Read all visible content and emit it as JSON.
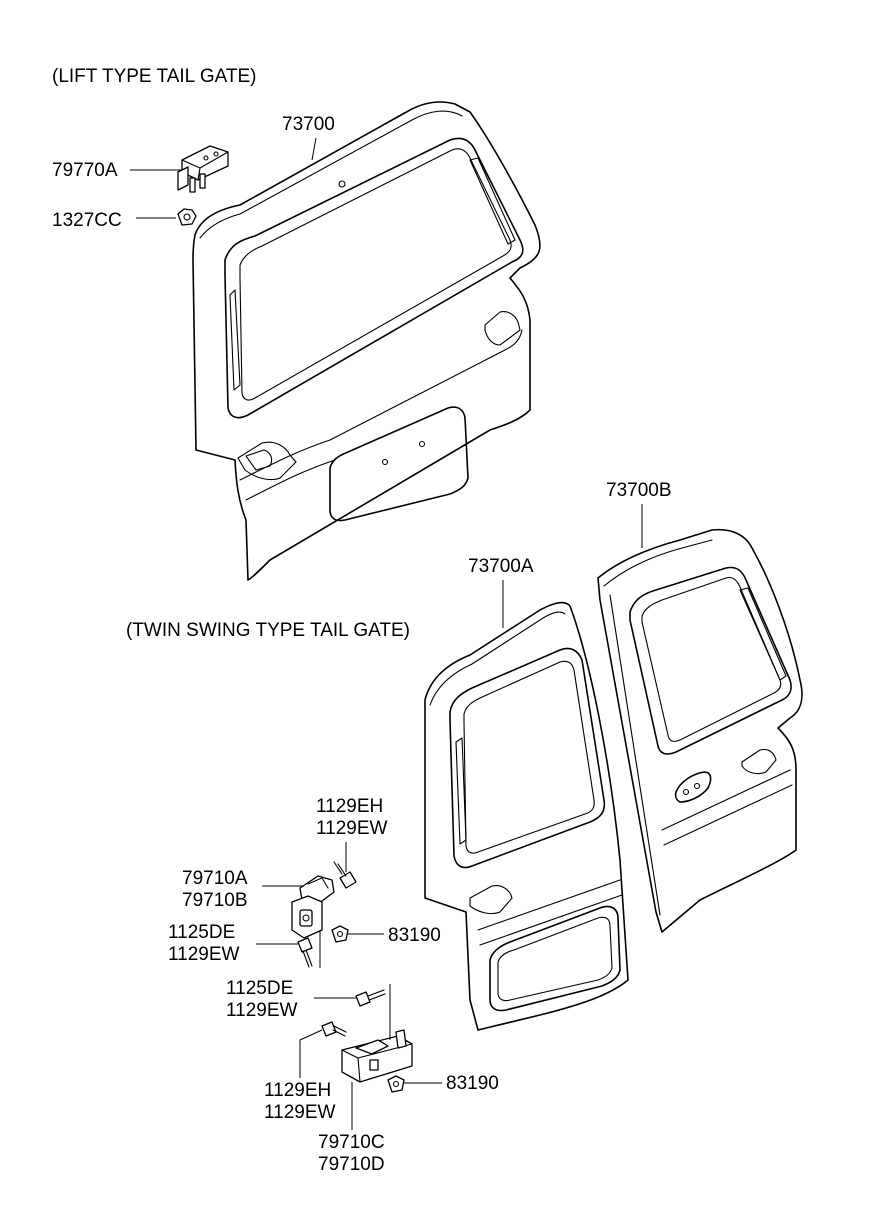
{
  "sections": {
    "lift": "(LIFT TYPE TAIL GATE)",
    "twin": "(TWIN SWING TYPE TAIL GATE)"
  },
  "parts": {
    "p73700": "73700",
    "p79770A": "79770A",
    "p1327CC": "1327CC",
    "p73700B": "73700B",
    "p73700A": "73700A",
    "p1129EH_a": "1129EH",
    "p1129EW_a": "1129EW",
    "p79710A": "79710A",
    "p79710B": "79710B",
    "p1125DE_a": "1125DE",
    "p1129EW_b": "1129EW",
    "p83190_a": "83190",
    "p1125DE_b": "1125DE",
    "p1129EW_c": "1129EW",
    "p1129EH_b": "1129EH",
    "p1129EW_d": "1129EW",
    "p83190_b": "83190",
    "p79710C": "79710C",
    "p79710D": "79710D"
  }
}
